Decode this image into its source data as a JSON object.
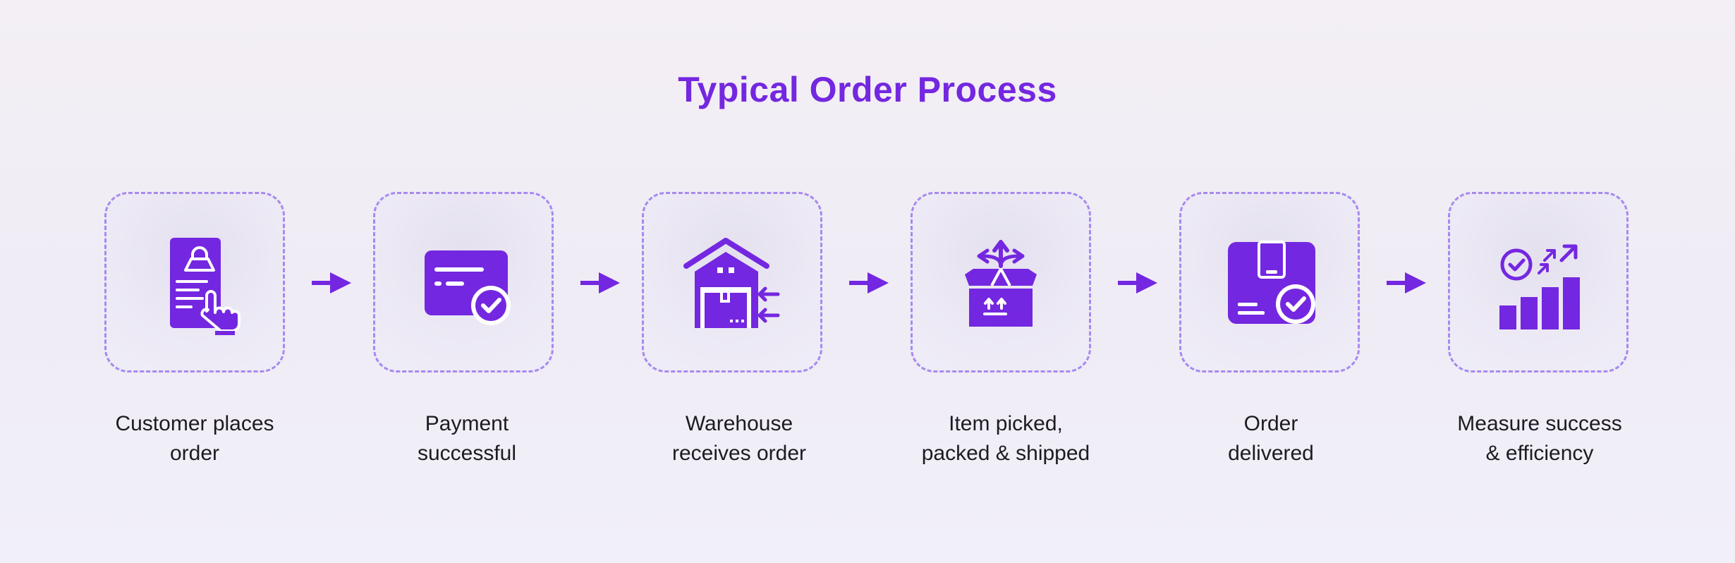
{
  "title": "Typical Order Process",
  "colors": {
    "accent": "#7427e0",
    "box_border": "#a889ef",
    "text": "#1d1b22"
  },
  "steps": [
    {
      "icon": "mobile-shopping-icon",
      "line1": "Customer places",
      "line2": "order"
    },
    {
      "icon": "credit-card-check-icon",
      "line1": "Payment",
      "line2": "successful"
    },
    {
      "icon": "warehouse-icon",
      "line1": "Warehouse",
      "line2": "receives order"
    },
    {
      "icon": "open-box-icon",
      "line1": "Item picked,",
      "line2": "packed & shipped"
    },
    {
      "icon": "package-delivered-icon",
      "line1": "Order",
      "line2": "delivered"
    },
    {
      "icon": "growth-chart-icon",
      "line1": "Measure success",
      "line2": "& efficiency"
    }
  ]
}
